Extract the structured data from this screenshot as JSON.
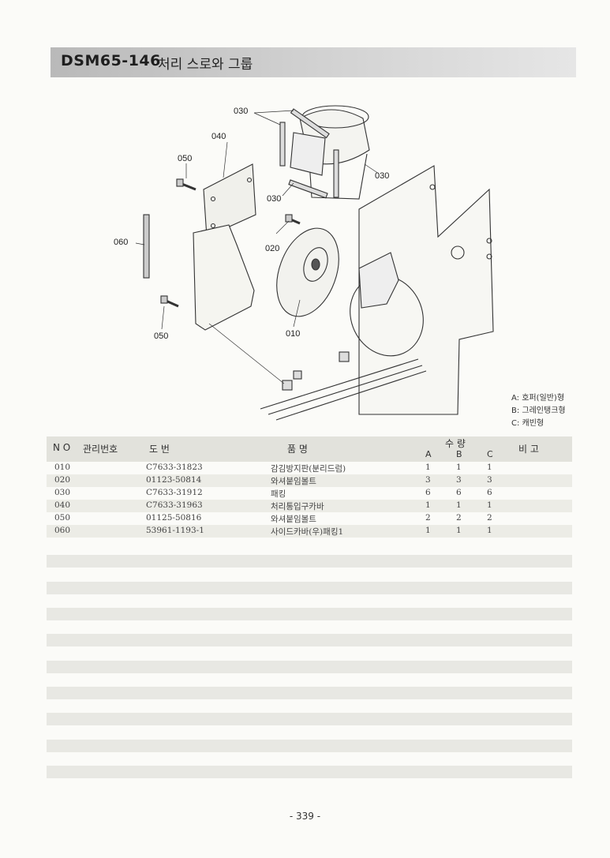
{
  "title": {
    "code": "DSM65-146",
    "name": "처리 스로와 그룹"
  },
  "callouts": [
    "030",
    "040",
    "050",
    "060",
    "030",
    "030",
    "020",
    "010",
    "050"
  ],
  "legend": [
    "A: 호퍼(일반)형",
    "B: 그레인탱크형",
    "C: 캐빈형"
  ],
  "table": {
    "headers": {
      "no": "N O",
      "mgmt": "관리번호",
      "drawing": "도   번",
      "name": "품     명",
      "qty": "수  량",
      "a": "A",
      "b": "B",
      "c": "C",
      "remark": "비  고"
    },
    "rows": [
      {
        "no": "010",
        "drawing": "C7633-31823",
        "name": "감김방지판(분리드럼)",
        "a": "1",
        "b": "1",
        "c": "1"
      },
      {
        "no": "020",
        "drawing": "01123-50814",
        "name": "와셔붙임볼트",
        "a": "3",
        "b": "3",
        "c": "3"
      },
      {
        "no": "030",
        "drawing": "C7633-31912",
        "name": "패킹",
        "a": "6",
        "b": "6",
        "c": "6"
      },
      {
        "no": "040",
        "drawing": "C7633-31963",
        "name": "처리통입구카바",
        "a": "1",
        "b": "1",
        "c": "1"
      },
      {
        "no": "050",
        "drawing": "01125-50816",
        "name": "와셔붙임볼트",
        "a": "2",
        "b": "2",
        "c": "2"
      },
      {
        "no": "060",
        "drawing": "53961-1193-1",
        "name": "사이드카바(우)패킹1",
        "a": "1",
        "b": "1",
        "c": "1"
      }
    ]
  },
  "page_number": "- 339 -"
}
